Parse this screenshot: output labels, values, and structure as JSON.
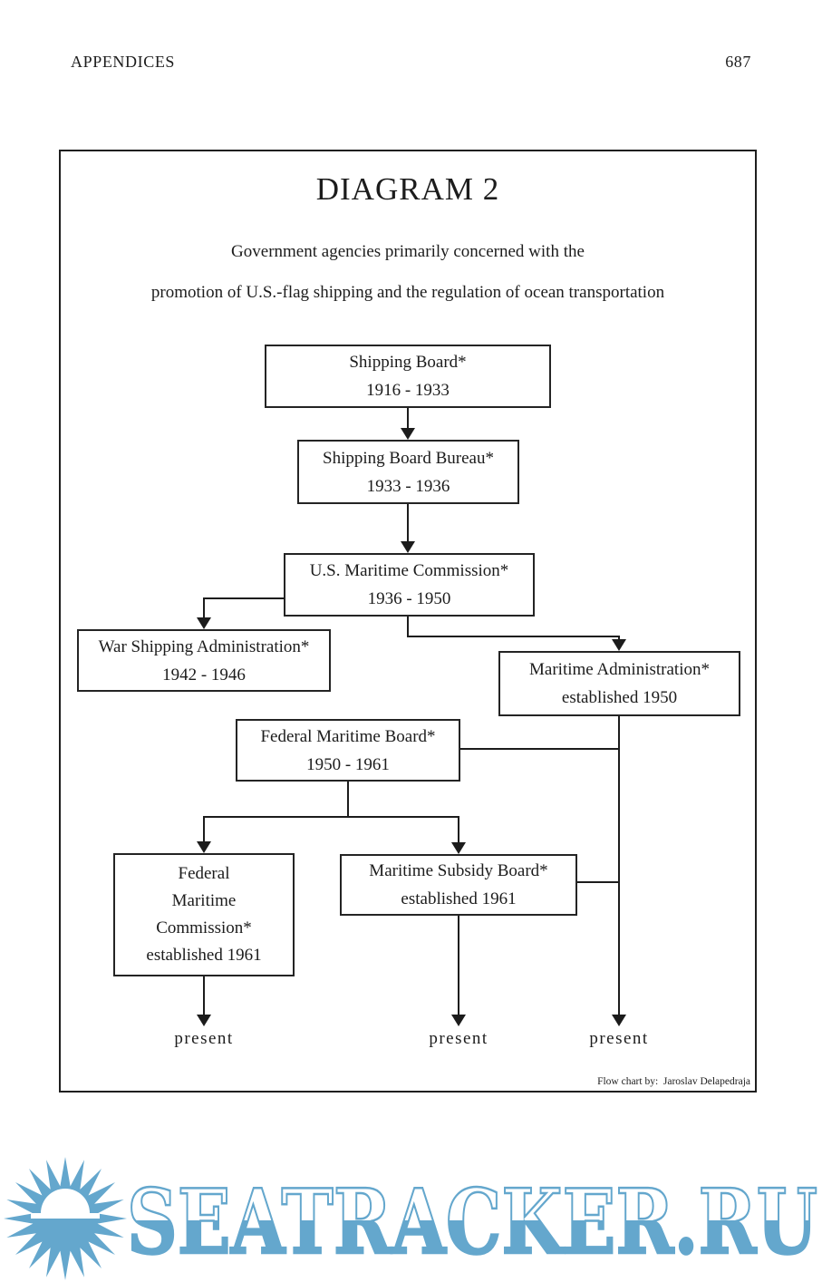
{
  "page": {
    "header_left": "APPENDICES",
    "page_number": "687"
  },
  "diagram": {
    "title": "DIAGRAM 2",
    "subtitle_line1": "Government agencies primarily concerned with the",
    "subtitle_line2": "promotion of U.S.-flag shipping and the regulation of ocean transportation",
    "boxes": [
      {
        "id": "shipping-board",
        "lines": [
          "Shipping Board*",
          "1916 - 1933"
        ]
      },
      {
        "id": "shipping-board-bureau",
        "lines": [
          "Shipping Board Bureau*",
          "1933 - 1936"
        ]
      },
      {
        "id": "us-maritime-commission",
        "lines": [
          "U.S. Maritime Commission*",
          "1936 - 1950"
        ]
      },
      {
        "id": "war-shipping-administration",
        "lines": [
          "War Shipping Administration*",
          "1942 - 1946"
        ]
      },
      {
        "id": "maritime-administration",
        "lines": [
          "Maritime Administration*",
          "established 1950"
        ]
      },
      {
        "id": "federal-maritime-board",
        "lines": [
          "Federal Maritime Board*",
          "1950 - 1961"
        ]
      },
      {
        "id": "federal-maritime-commission",
        "lines": [
          "Federal",
          "Maritime",
          "Commission*",
          "established 1961"
        ]
      },
      {
        "id": "maritime-subsidy-board",
        "lines": [
          "Maritime Subsidy Board*",
          "established 1961"
        ]
      }
    ],
    "edges": [
      {
        "from": "shipping-board",
        "to": "shipping-board-bureau",
        "arrow": true
      },
      {
        "from": "shipping-board-bureau",
        "to": "us-maritime-commission",
        "arrow": true
      },
      {
        "from": "us-maritime-commission",
        "to": "war-shipping-administration",
        "arrow": true
      },
      {
        "from": "us-maritime-commission",
        "to": "maritime-administration",
        "arrow": true
      },
      {
        "from": "maritime-administration",
        "to": "federal-maritime-board",
        "arrow": false
      },
      {
        "from": "federal-maritime-board",
        "to": "federal-maritime-commission",
        "arrow": true
      },
      {
        "from": "federal-maritime-board",
        "to": "maritime-subsidy-board",
        "arrow": true
      },
      {
        "from": "maritime-subsidy-board",
        "to": "maritime-administration",
        "arrow": false
      },
      {
        "from": "federal-maritime-commission",
        "to": "present",
        "arrow": true
      },
      {
        "from": "maritime-subsidy-board",
        "to": "present",
        "arrow": true
      },
      {
        "from": "maritime-administration",
        "to": "present",
        "arrow": true
      }
    ],
    "present_labels": [
      "present",
      "present",
      "present"
    ],
    "credit": "Flow chart by:  Jaroslav Delapedraja"
  },
  "watermark": {
    "text": "SEATRACKER.RU",
    "logo": "sun-over-sea-icon",
    "color": "#64a7cd"
  },
  "colors": {
    "ink": "#1c1c1c",
    "watermark_blue": "#64a7cd"
  }
}
